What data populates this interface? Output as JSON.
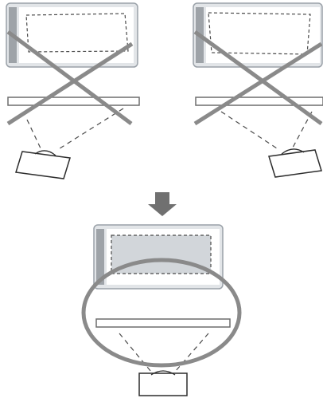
{
  "colors": {
    "background": "#ffffff",
    "screen_frame_fill": "#e2e5e8",
    "screen_frame_stroke": "#9aa1a8",
    "screen_side_bar": "#9ea3a8",
    "screen_inner_white": "#ffffff",
    "screen_inner_gray": "#d2d6da",
    "dash_stroke": "#4a4a4a",
    "table_fill": "#ffffff",
    "table_stroke": "#6d6d6d",
    "cross_stroke": "#8a8a8a",
    "arrow_fill": "#707070",
    "circle_stroke": "#8a8a8a",
    "projector_fill": "#ffffff",
    "projector_stroke": "#2c2c2c"
  },
  "panels": [
    {
      "id": "left",
      "status": "incorrect",
      "mark": "cross",
      "projector": "below-left"
    },
    {
      "id": "right",
      "status": "incorrect",
      "mark": "cross",
      "projector": "below-right"
    },
    {
      "id": "bottom",
      "status": "correct",
      "mark": "circle",
      "projector": "centered-below"
    }
  ],
  "indicator": {
    "type": "arrow",
    "direction": "down"
  }
}
